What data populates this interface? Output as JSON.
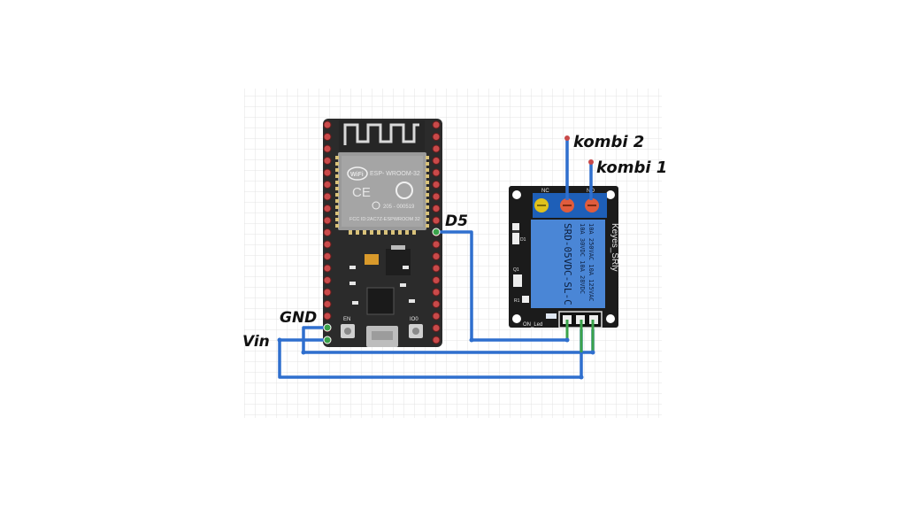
{
  "labels": {
    "d5": "D5",
    "gnd": "GND",
    "vin": "Vin",
    "kombi2": "kombi 2",
    "kombi1": "kombi 1"
  },
  "esp32": {
    "module_name": "ESP- WROOM-32",
    "fcc": "FCC ID:2AC7Z-ESPWROOM 32",
    "model_code": "205 - 000519",
    "ce": "CE",
    "wifi": "WiFi",
    "en_label": "EN",
    "io0_label": "IO0"
  },
  "relay": {
    "nc_label": "NC",
    "no_label": "NO",
    "spec_lines": [
      "10A 250VAC  10A 125VAC",
      "10A 30VDC  10A 28VDC"
    ],
    "part": "SRD-05VDC-SL-C",
    "brand": "Keyes_SRly",
    "on_led": "ON_Led",
    "d1": "D1",
    "q1": "Q1",
    "r1": "R1"
  },
  "colors": {
    "wire": "#2f6fce",
    "board": "#2b2b2b",
    "relay_board": "#1b1b1b",
    "relay_blue": "#4a86d6",
    "pin": "#c94a4a",
    "pin_green": "#3aa34a",
    "grid": "#e3e3e3"
  }
}
